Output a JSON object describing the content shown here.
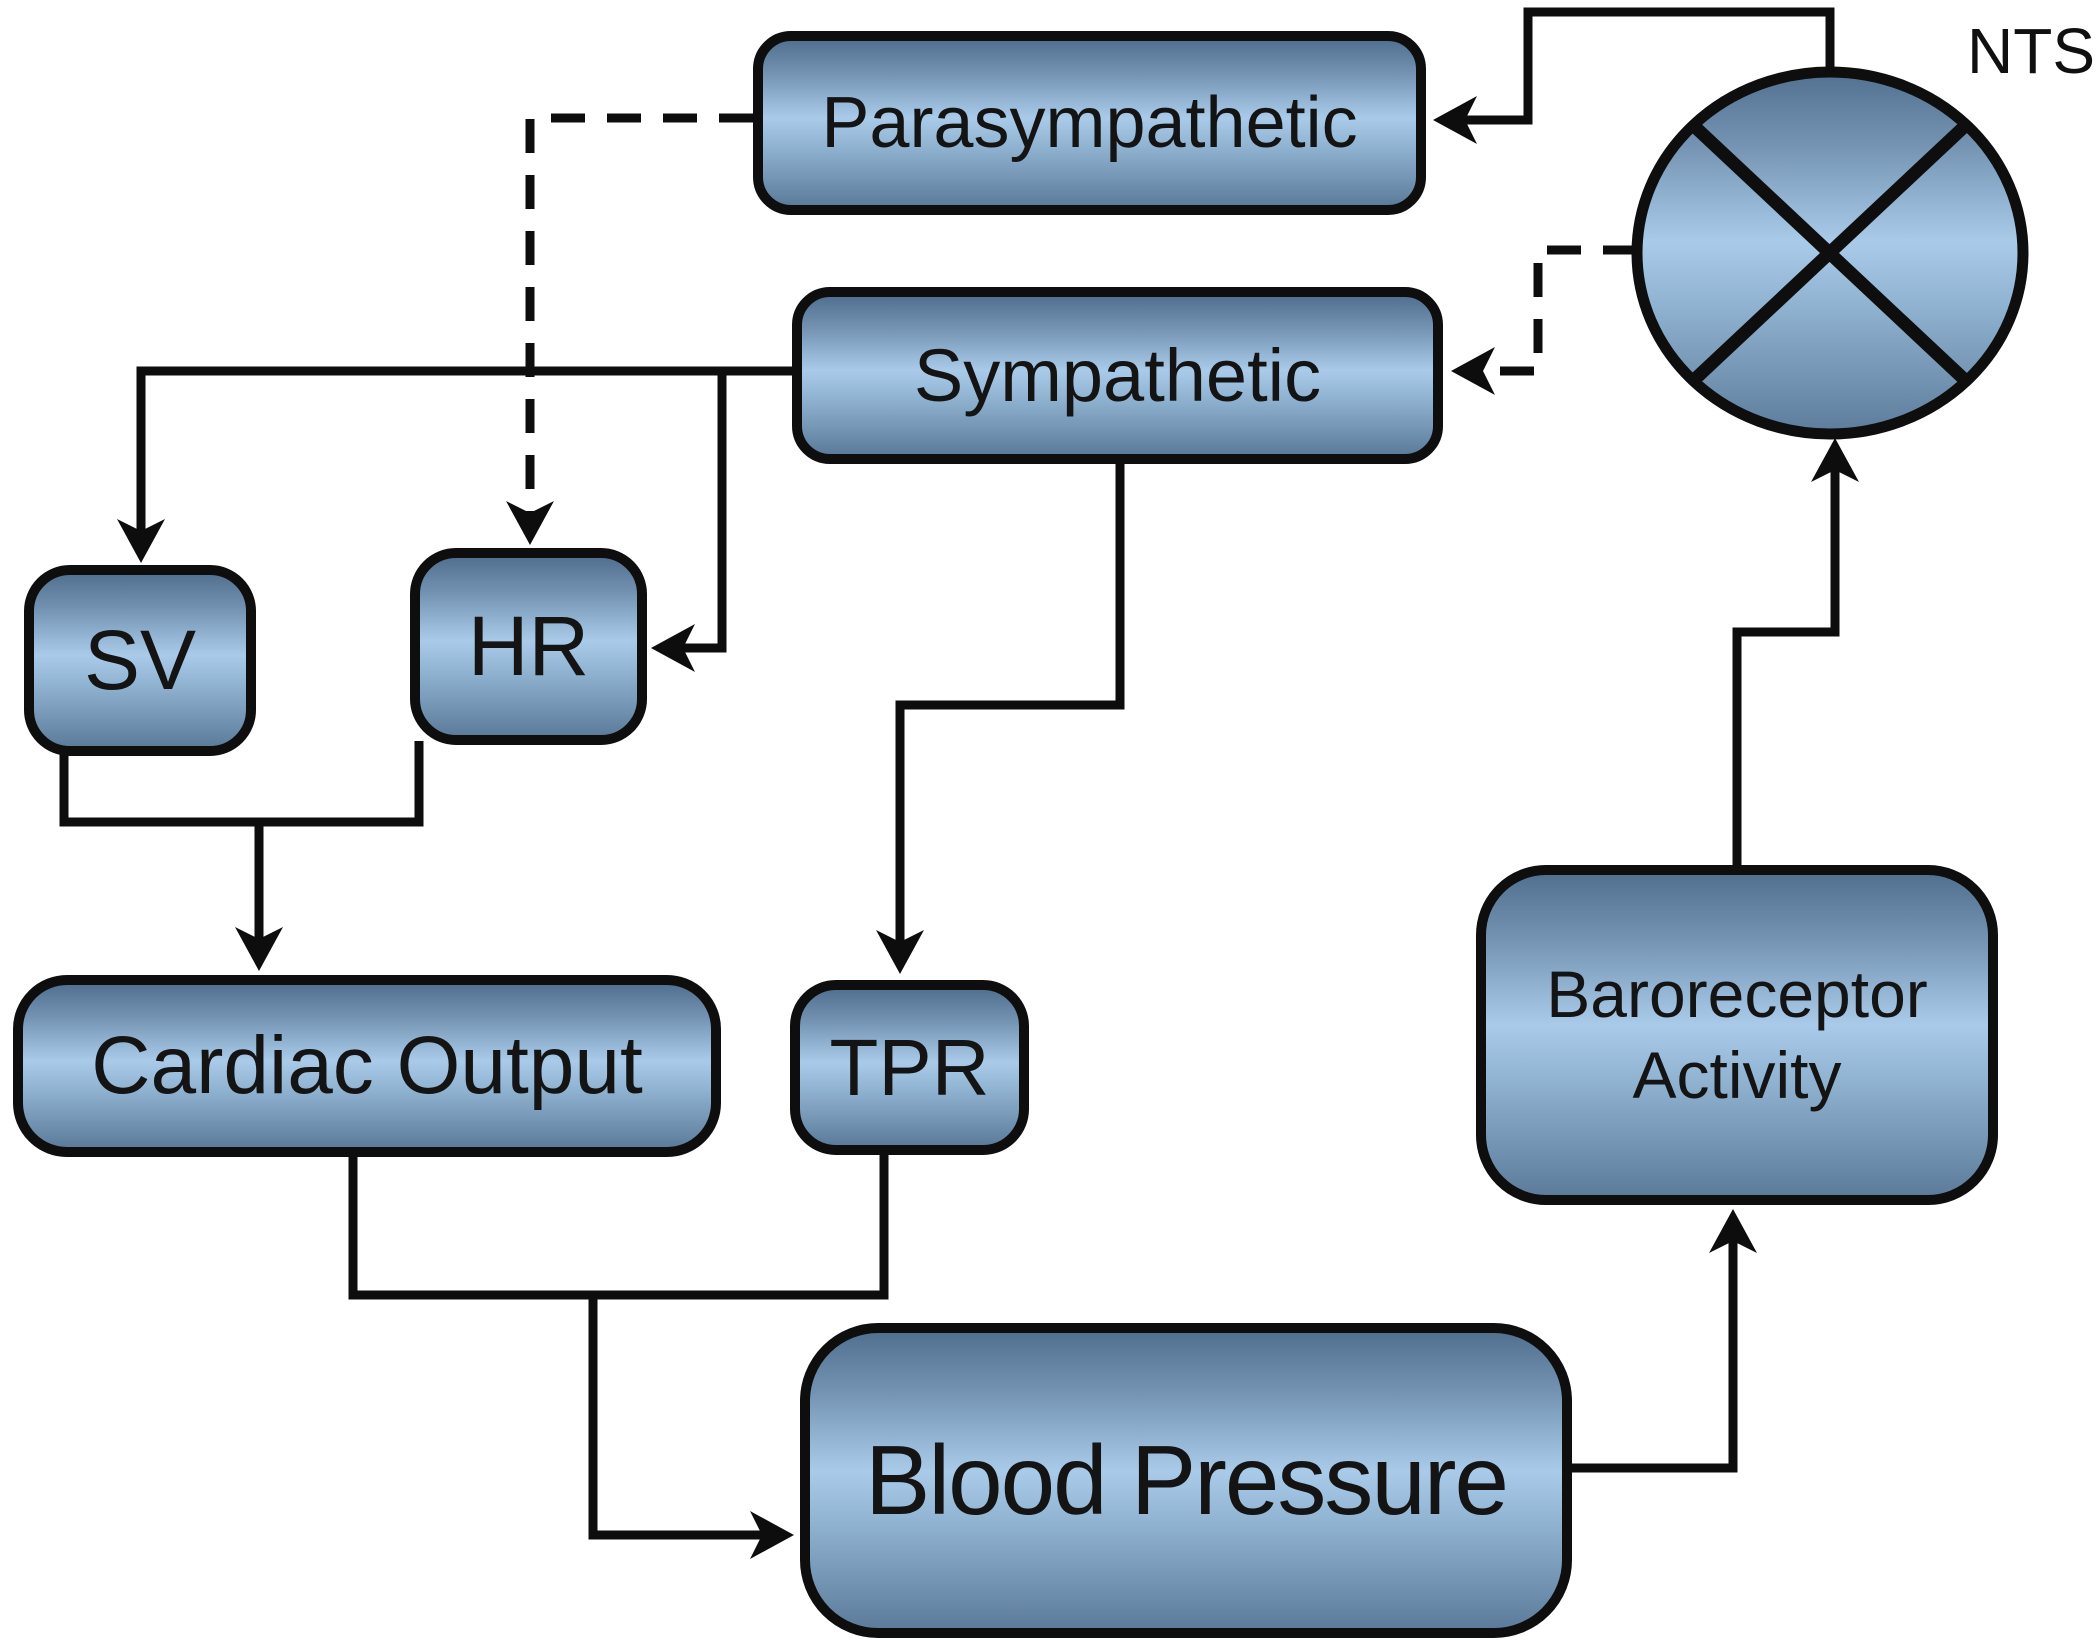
{
  "diagram": {
    "nodes": {
      "parasympathetic": {
        "label": "Parasympathetic"
      },
      "sympathetic": {
        "label": "Sympathetic"
      },
      "sv": {
        "label": "SV"
      },
      "hr": {
        "label": "HR"
      },
      "cardiac_output": {
        "label": "Cardiac Output"
      },
      "tpr": {
        "label": "TPR"
      },
      "baroreceptor": {
        "label": "Baroreceptor Activity"
      },
      "blood_pressure": {
        "label": "Blood Pressure"
      },
      "nts": {
        "label": "NTS"
      }
    },
    "edges": [
      {
        "from": "NTS",
        "to": "Parasympathetic",
        "style": "solid"
      },
      {
        "from": "NTS",
        "to": "Sympathetic",
        "style": "dashed"
      },
      {
        "from": "Parasympathetic",
        "to": "HR",
        "style": "dashed"
      },
      {
        "from": "Sympathetic",
        "to": "SV",
        "style": "solid"
      },
      {
        "from": "Sympathetic",
        "to": "HR",
        "style": "solid"
      },
      {
        "from": "Sympathetic",
        "to": "TPR",
        "style": "solid"
      },
      {
        "from": "SV",
        "to": "Cardiac Output",
        "style": "solid"
      },
      {
        "from": "HR",
        "to": "Cardiac Output",
        "style": "solid"
      },
      {
        "from": "Cardiac Output",
        "to": "Blood Pressure",
        "style": "solid"
      },
      {
        "from": "TPR",
        "to": "Blood Pressure",
        "style": "solid"
      },
      {
        "from": "Blood Pressure",
        "to": "Baroreceptor Activity",
        "style": "solid"
      },
      {
        "from": "Baroreceptor Activity",
        "to": "NTS",
        "style": "solid"
      }
    ],
    "colors": {
      "stroke": "#0d0d0d",
      "box_border": "#0e0e0e",
      "box_gradient_top": "#52708f",
      "box_gradient_light": "#a9cbe9",
      "box_gradient_bottom": "#5d7c9b",
      "background": "#ffffff",
      "text": "#141414"
    }
  }
}
